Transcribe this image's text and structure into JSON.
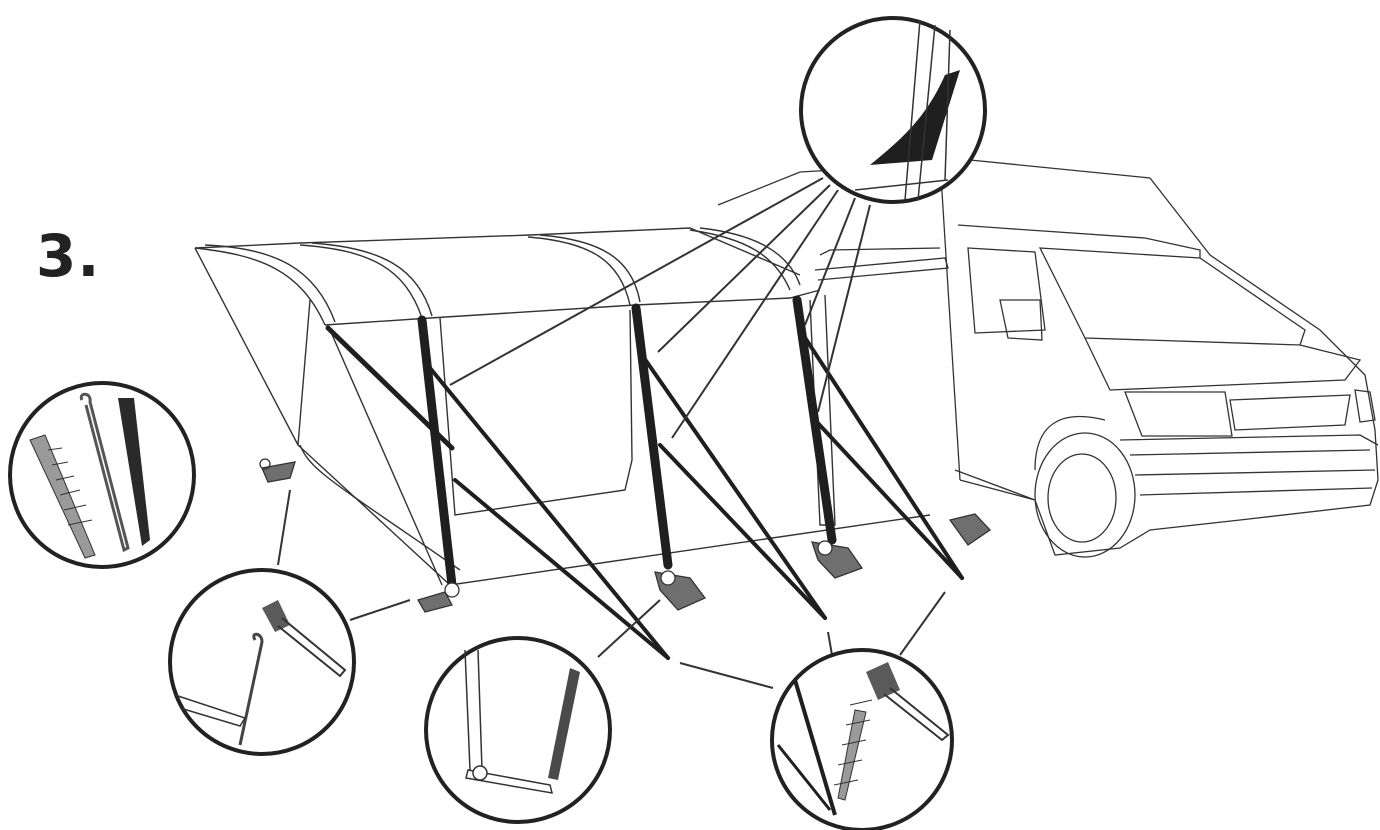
{
  "step": {
    "number": "3."
  },
  "colors": {
    "line": "#333333",
    "strap": "#1f1f1f",
    "peg_light": "#9a9a9a",
    "peg_dark": "#2a2a2a",
    "mallet_head": "#5a5a5a",
    "foot": "#6f6f6f"
  },
  "icons": {
    "illustration": "awning-van-pitching",
    "callouts": [
      "pole-sleeve-detail",
      "peg-types",
      "mallet-hook-peg",
      "foot-strap-peg",
      "mallet-angled-peg"
    ]
  }
}
